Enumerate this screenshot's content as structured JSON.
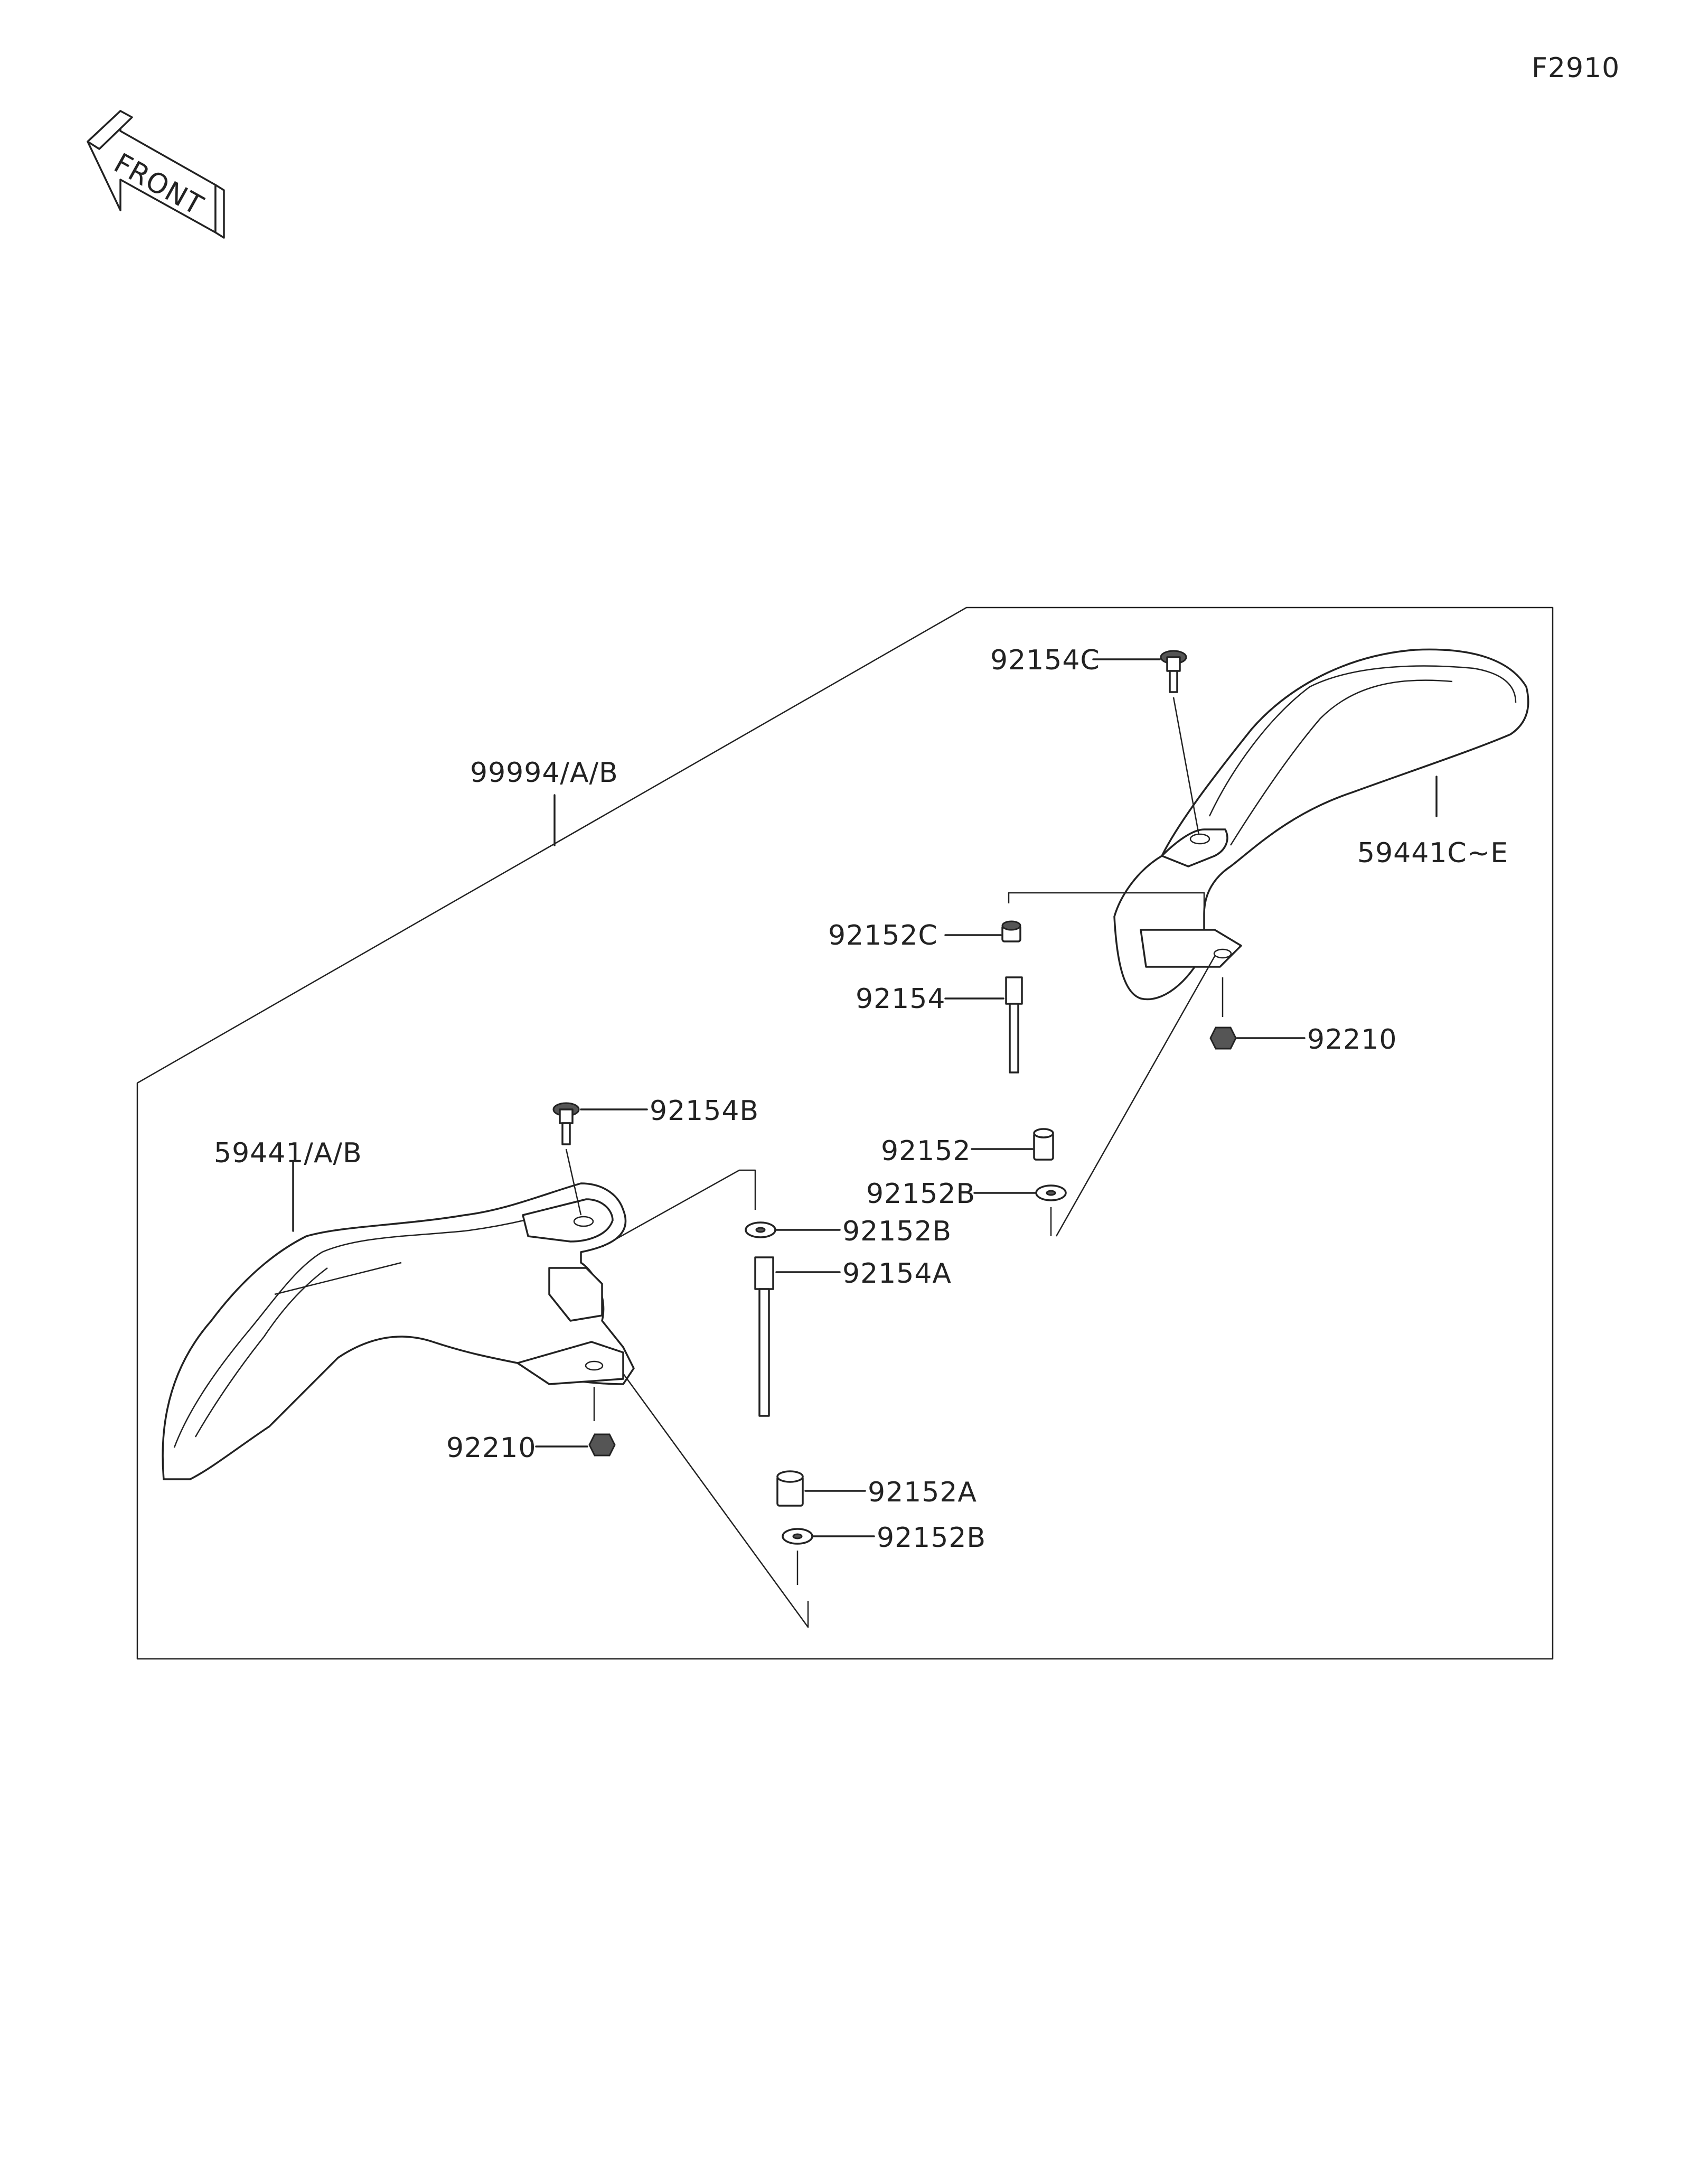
{
  "figure_id": "F2910",
  "front_arrow_label": "FRONT",
  "callouts": {
    "kit": "99994/A/B",
    "guard_left": "59441/A/B",
    "guard_right": "59441C~E",
    "bolt_left": "92154B",
    "bolt_right": "92154C",
    "collar_right_top": "92152C",
    "bolt_right_long": "92154",
    "collar_right": "92152",
    "washer_right": "92152B",
    "washer_center": "92152B",
    "bolt_center_long": "92154A",
    "collar_bottom": "92152A",
    "washer_bottom": "92152B",
    "nut_left": "92210",
    "nut_right": "92210"
  }
}
